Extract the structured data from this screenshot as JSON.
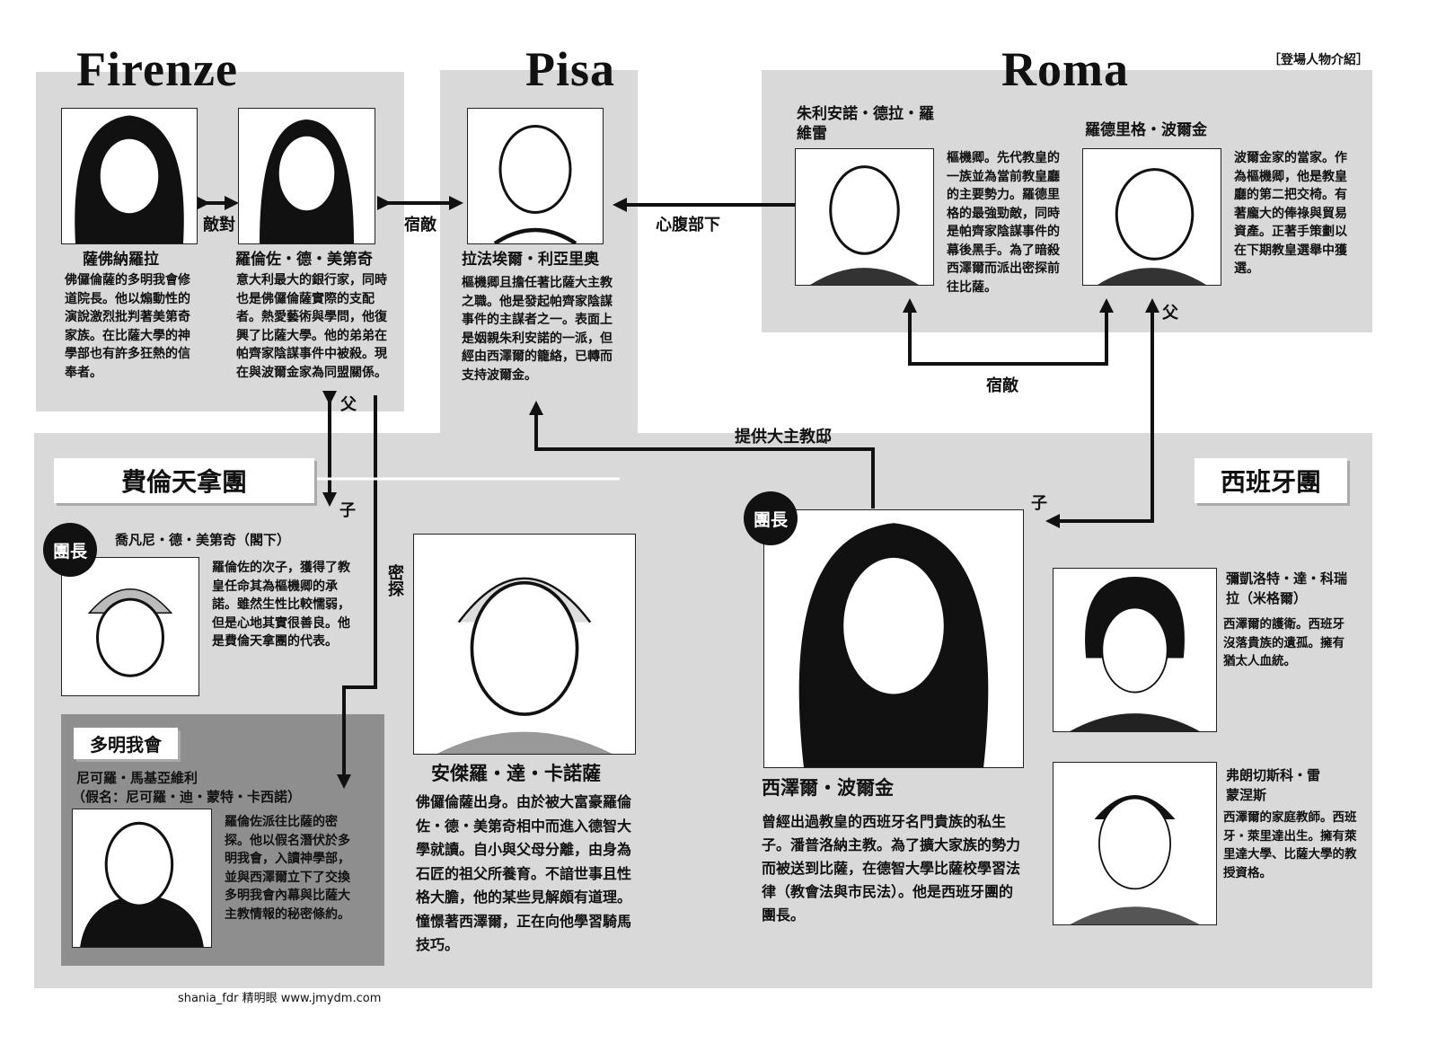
{
  "header": {
    "label": "［登場人物介紹］"
  },
  "cities": {
    "firenze": "Firenze",
    "pisa": "Pisa",
    "roma": "Roma"
  },
  "groups": {
    "ferrante": "費倫天拿團",
    "spain": "西班牙團",
    "dominican": "多明我會"
  },
  "badge": "團長",
  "relations": {
    "enemy": "敵對",
    "rival1": "宿敵",
    "rival2": "宿敵",
    "subordinate": "心腹部下",
    "father1": "父",
    "son1": "子",
    "father2": "父",
    "son2": "子",
    "spy": "密探",
    "residence": "提供大主教邸"
  },
  "characters": {
    "savonarola": {
      "name": "薩佛納羅拉",
      "desc": "佛儸倫薩的多明我會修道院長。他以煽動性的演說激烈批判著美第奇家族。在比薩大學的神學部也有許多狂熱的信奉者。"
    },
    "lorenzo": {
      "name": "羅倫佐・德・美第奇",
      "desc": "意大利最大的銀行家，同時也是佛儸倫薩實際的支配者。熱愛藝術與學問，他復興了比薩大學。他的弟弟在帕齊家陰謀事件中被殺。現在與波爾金家為同盟關係。"
    },
    "raffaele": {
      "name": "拉法埃爾・利亞里奧",
      "desc": "樞機卿且擔任著比薩大主教之職。他是發起帕齊家陰謀事件的主謀者之一。表面上是姻親朱利安諾的一派，但經由西澤爾的籠絡，已轉而支持波爾金。"
    },
    "giuliano": {
      "name": "朱利安諾・德拉・羅維雷",
      "desc": "樞機卿。先代教皇的一族並為當前教皇廳的主要勢力。羅德里格的最強勁敵，同時是帕齊家陰謀事件的幕後黑手。為了暗殺西澤爾而派出密探前往比薩。"
    },
    "rodrigo": {
      "name": "羅德里格・波爾金",
      "desc": "波爾金家的當家。作為樞機卿，他是教皇廳的第二把交椅。有著龐大的俸祿與貿易資產。正著手策劃以在下期教皇選舉中獲選。"
    },
    "giovanni": {
      "name": "喬凡尼・德・美第奇（閣下）",
      "desc": "羅倫佐的次子，獲得了教皇任命其為樞機卿的承諾。雖然生性比較懦弱，但是心地其實很善良。他是費倫天拿團的代表。"
    },
    "niccolo": {
      "name": "尼可羅・馬基亞維利",
      "alias": "（假名：尼可羅・迪・蒙特・卡西諾）",
      "desc": "羅倫佐派往比薩的密探。他以假名潛伏於多明我會，入讀神學部，並與西澤爾立下了交換多明我會內幕與比薩大主教情報的秘密條約。"
    },
    "angelo": {
      "name": "安傑羅・達・卡諾薩",
      "desc": "佛儸倫薩出身。由於被大富豪羅倫佐・德・美第奇相中而進入德智大學就讀。自小與父母分離，由身為石匠的祖父所養育。不諳世事且性格大膽，他的某些見解頗有道理。憧憬著西澤爾，正在向他學習騎馬技巧。"
    },
    "cesare": {
      "name": "西澤爾・波爾金",
      "desc": "曾經出過教皇的西班牙名門貴族的私生子。潘普洛納主教。為了擴大家族的勢力而被送到比薩，在德智大學比薩校學習法律（教會法與市民法）。他是西班牙團的團長。"
    },
    "miguel": {
      "name": "彌凱洛特・達・科瑞拉（米格爾）",
      "desc": "西澤爾的護衛。西班牙沒落貴族的遺孤。擁有猶太人血統。"
    },
    "francesco": {
      "name": "弗朗切斯科・雷蒙涅斯",
      "desc": "西澤爾的家庭教師。西班牙・萊里達出生。擁有萊里達大學、比薩大學的教授資格。"
    }
  },
  "footer": "shania_fdr 精明眼 www.jmydm.com"
}
